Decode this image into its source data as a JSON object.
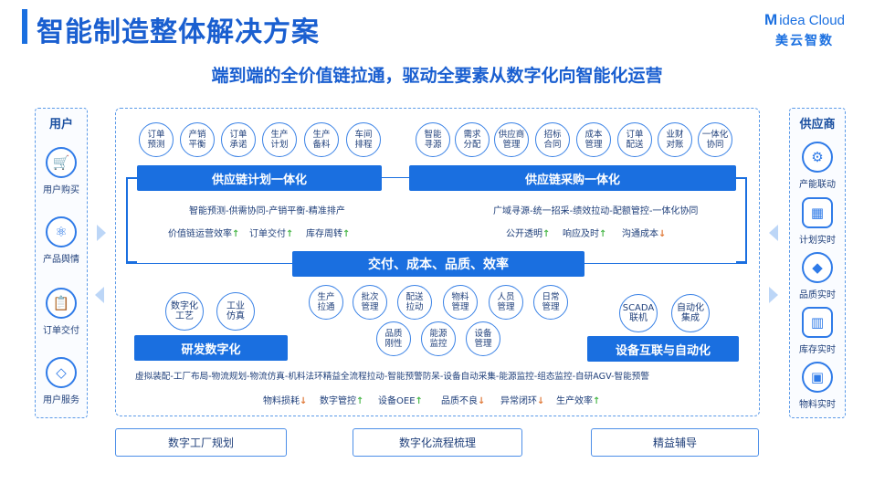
{
  "header": {
    "title": "智能制造整体解决方案",
    "subtitle": "端到端的全价值链拉通，驱动全要素从数字化向智能化运营",
    "logo_en_m": "M",
    "logo_en_rest": "idea Cloud",
    "logo_cn": "美云智数"
  },
  "left_panel": {
    "title": "用户",
    "items": [
      {
        "label": "用户购买",
        "icon": "cart-icon"
      },
      {
        "label": "产品舆情",
        "icon": "network-icon"
      },
      {
        "label": "订单交付",
        "icon": "clipboard-icon"
      },
      {
        "label": "用户服务",
        "icon": "diamond-icon"
      }
    ]
  },
  "right_panel": {
    "title": "供应商",
    "items": [
      {
        "label": "产能联动",
        "icon": "gear-icon"
      },
      {
        "label": "计划实时",
        "icon": "calendar-icon"
      },
      {
        "label": "品质实时",
        "icon": "gem-icon"
      },
      {
        "label": "库存实时",
        "icon": "warehouse-icon"
      },
      {
        "label": "物料实时",
        "icon": "box-icon"
      }
    ]
  },
  "plan": {
    "circles": [
      "订单\n预测",
      "产销\n平衡",
      "订单\n承诺",
      "生产\n计划",
      "生产\n备料",
      "车间\n排程"
    ],
    "bar": "供应链计划一体化",
    "desc": "智能预测-供需协同-产销平衡-精准排产",
    "metrics": [
      {
        "label": "价值链运营效率",
        "trend": "up"
      },
      {
        "label": "订单交付",
        "trend": "up"
      },
      {
        "label": "库存周转",
        "trend": "up"
      }
    ]
  },
  "purchase": {
    "circles": [
      "智能\n寻源",
      "需求\n分配",
      "供应商\n管理",
      "招标\n合同",
      "成本\n管理",
      "订单\n配送",
      "业财\n对账",
      "一体化\n协同"
    ],
    "bar": "供应链采购一体化",
    "desc": "广域寻源-统一招采-绩效拉动-配额管控-一体化协同",
    "metrics": [
      {
        "label": "公开透明",
        "trend": "up"
      },
      {
        "label": "响应及时",
        "trend": "up"
      },
      {
        "label": "沟通成本",
        "trend": "down"
      }
    ]
  },
  "center_bar": "交付、成本、品质、效率",
  "rd": {
    "circles": [
      "数字化\n工艺",
      "工业\n仿真"
    ],
    "bar": "研发数字化"
  },
  "middle_circles": [
    "生产\n拉通",
    "批次\n管理",
    "配送\n拉动",
    "物料\n管理",
    "人员\n管理",
    "日常\n管理",
    "品质\n刚性",
    "能源\n监控",
    "设备\n管理"
  ],
  "device": {
    "circles": [
      "SCADA\n联机",
      "自动化\n集成"
    ],
    "bar": "设备互联与自动化"
  },
  "bottom_desc": "虚拟装配-工厂布局-物流规划-物流仿真-机料法环精益全流程拉动-智能预警防呆-设备自动采集-能源监控-组态监控-自研AGV-智能预警",
  "bottom_metrics": [
    {
      "label": "物料损耗",
      "trend": "down"
    },
    {
      "label": "数字管控",
      "trend": "up"
    },
    {
      "label": "设备OEE",
      "trend": "up"
    },
    {
      "label": "品质不良",
      "trend": "down"
    },
    {
      "label": "异常闭环",
      "trend": "down"
    },
    {
      "label": "生产效率",
      "trend": "up"
    }
  ],
  "bottom_buttons": [
    "数字工厂规划",
    "数字化流程梳理",
    "精益辅导"
  ],
  "colors": {
    "primary": "#1a6fe0",
    "accent_up": "#4cb84c",
    "accent_down": "#e07a3a"
  }
}
